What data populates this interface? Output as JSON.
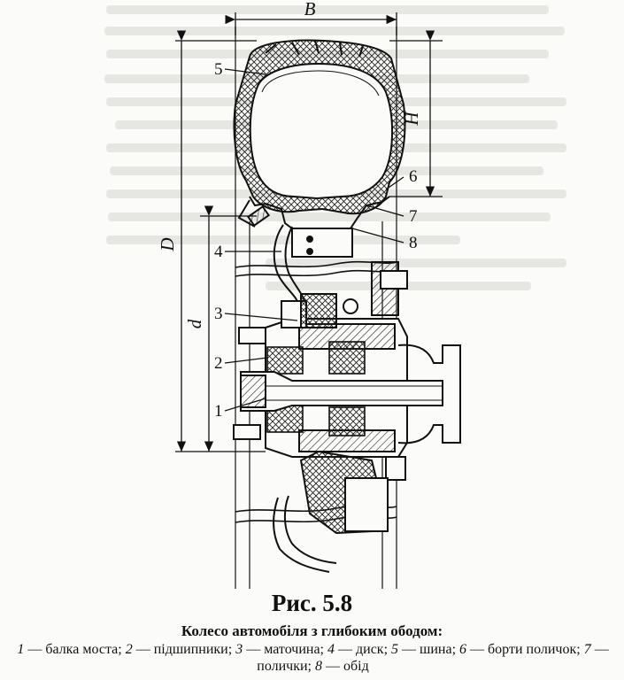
{
  "figure": {
    "title": "Рис. 5.8",
    "subtitle": "Колесо автомобіля з глибоким ободом:",
    "legend": [
      {
        "num": "1",
        "text": "балка моста"
      },
      {
        "num": "2",
        "text": "підшипники"
      },
      {
        "num": "3",
        "text": "маточина"
      },
      {
        "num": "4",
        "text": "диск"
      },
      {
        "num": "5",
        "text": "шина"
      },
      {
        "num": "6",
        "text": "борти поличок"
      },
      {
        "num": "7",
        "text": "полички"
      },
      {
        "num": "8",
        "text": "обід"
      }
    ]
  },
  "dimensions": {
    "B": "B",
    "H": "H",
    "D": "D",
    "d": "d"
  },
  "callouts": [
    "5",
    "6",
    "7",
    "8",
    "4",
    "3",
    "2",
    "1"
  ]
}
